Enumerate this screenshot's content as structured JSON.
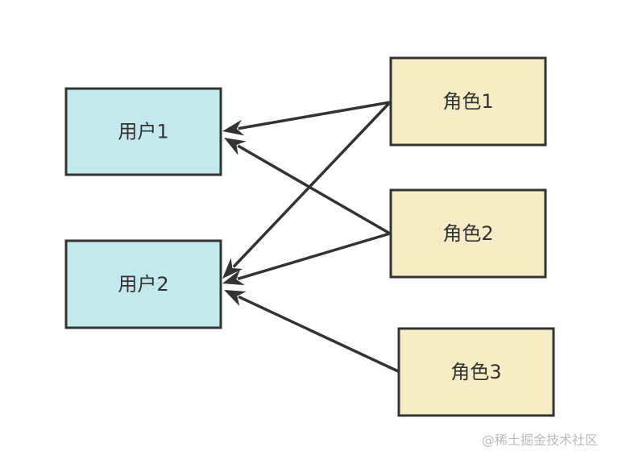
{
  "users": [
    {
      "id": "u1",
      "label": "用户1"
    },
    {
      "id": "u2",
      "label": "用户2"
    }
  ],
  "roles": [
    {
      "id": "r1",
      "label": "角色1"
    },
    {
      "id": "r2",
      "label": "角色2"
    },
    {
      "id": "r3",
      "label": "角色3"
    }
  ],
  "edges": [
    {
      "from": "r1",
      "to": "u1"
    },
    {
      "from": "r1",
      "to": "u2"
    },
    {
      "from": "r2",
      "to": "u1"
    },
    {
      "from": "r2",
      "to": "u2"
    },
    {
      "from": "r3",
      "to": "u2"
    }
  ],
  "colors": {
    "user_fill": "#c3e9ec",
    "role_fill": "#f6edc6",
    "stroke": "#333333"
  },
  "watermark": "@稀土掘金技术社区"
}
